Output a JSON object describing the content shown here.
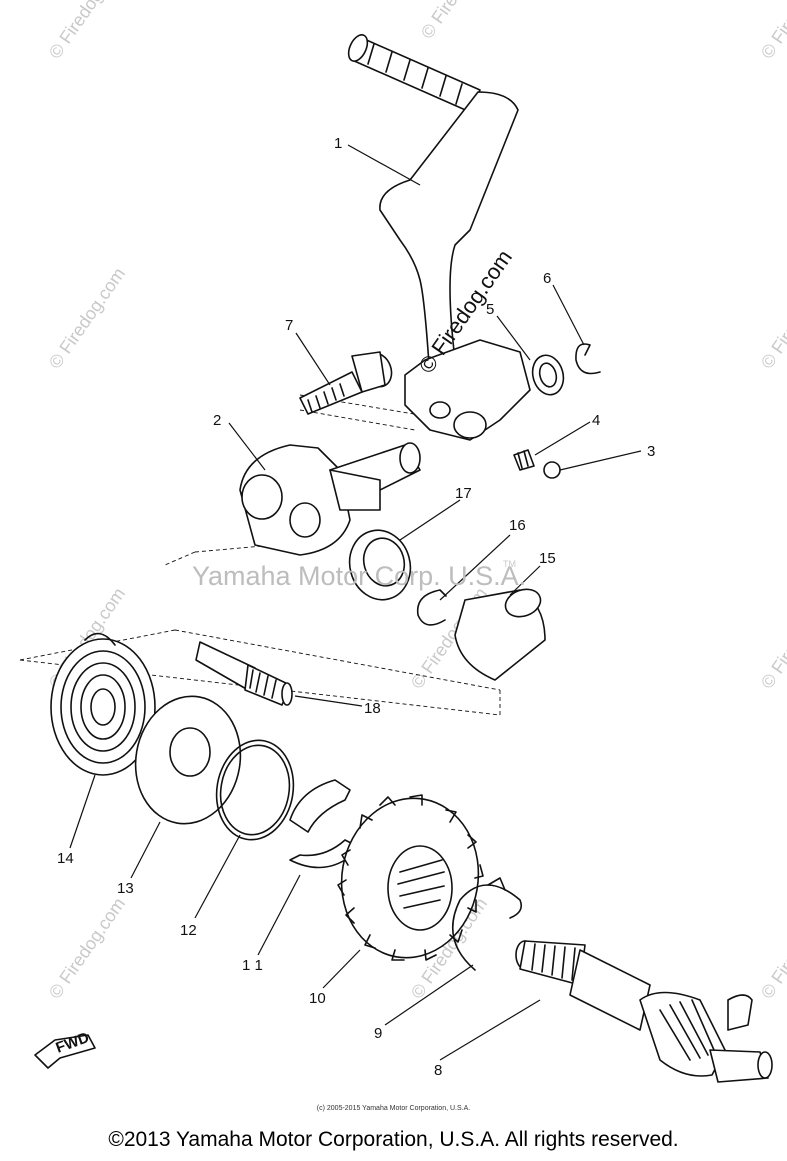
{
  "diagram": {
    "callouts": [
      {
        "id": "1",
        "text": "1"
      },
      {
        "id": "2",
        "text": "2"
      },
      {
        "id": "3",
        "text": "3"
      },
      {
        "id": "4",
        "text": "4"
      },
      {
        "id": "5",
        "text": "5"
      },
      {
        "id": "6",
        "text": "6"
      },
      {
        "id": "7",
        "text": "7"
      },
      {
        "id": "8",
        "text": "8"
      },
      {
        "id": "9",
        "text": "9"
      },
      {
        "id": "10",
        "text": "10"
      },
      {
        "id": "11",
        "text": "1 1"
      },
      {
        "id": "12",
        "text": "12"
      },
      {
        "id": "13",
        "text": "13"
      },
      {
        "id": "14",
        "text": "14"
      },
      {
        "id": "15",
        "text": "15"
      },
      {
        "id": "16",
        "text": "16"
      },
      {
        "id": "17",
        "text": "17"
      },
      {
        "id": "18",
        "text": "18"
      }
    ],
    "fwd_label": "FWD"
  },
  "watermarks": {
    "firedog_center": "© Firedog.com",
    "firedog_tile": "© Firedog.com",
    "yamaha_center": "Yamaha Motor Corp. U.S.A.",
    "tm": "TM"
  },
  "footer": {
    "small_copyright": "(c) 2005-2015 Yamaha Motor Corporation, U.S.A.",
    "main_copyright": "©2013 Yamaha Motor Corporation, U.S.A. All rights reserved."
  }
}
